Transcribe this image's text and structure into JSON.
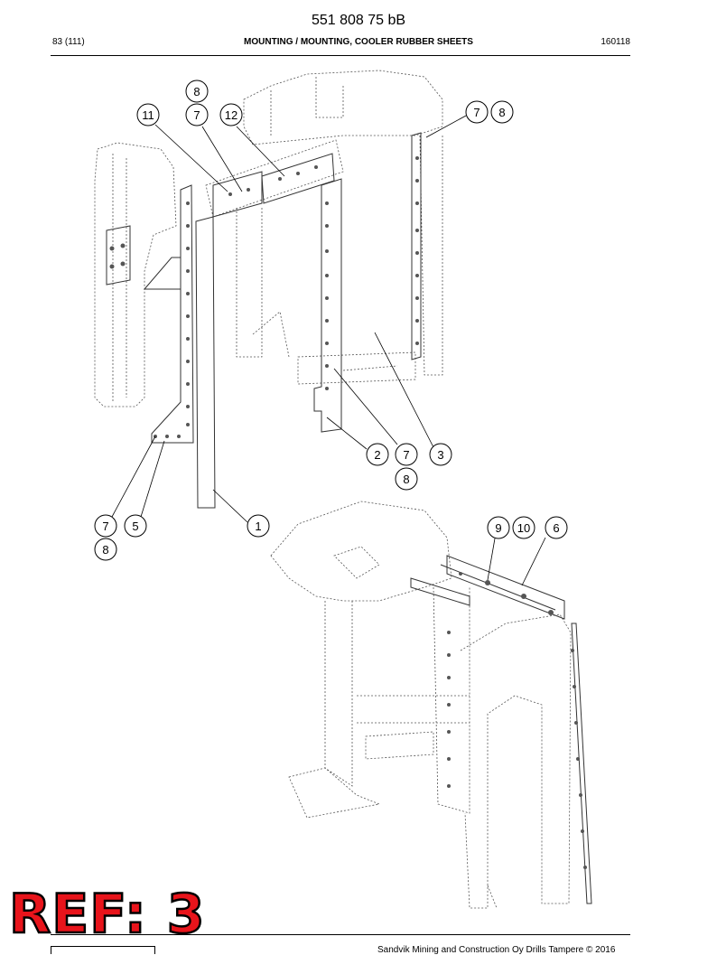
{
  "header": {
    "doc_number": "551 808 75 bB",
    "page": "83 (111)",
    "title": "MOUNTING / MOUNTING, COOLER RUBBER SHEETS",
    "date_code": "160118"
  },
  "callouts": {
    "c8a": "8",
    "c11": "11",
    "c7a": "7",
    "c12": "12",
    "c7b": "7",
    "c8b": "8",
    "c2": "2",
    "c7c": "7",
    "c3": "3",
    "c8c": "8",
    "c7d": "7",
    "c5": "5",
    "c1": "1",
    "c8d": "8",
    "c9": "9",
    "c10": "10",
    "c6": "6"
  },
  "stamp": {
    "text": "REF: 3"
  },
  "footer": {
    "copyright": "Sandvik Mining and Construction Oy Drills Tampere © 2016"
  }
}
